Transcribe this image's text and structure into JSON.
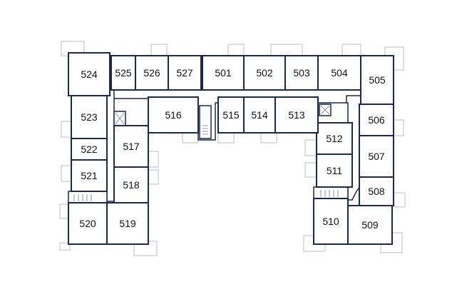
{
  "floor_plan": {
    "colors": {
      "wall": "#1b2a4a",
      "balcony": "#b9bcc4",
      "background": "#ffffff",
      "label": "#111111"
    },
    "units": [
      {
        "id": "524"
      },
      {
        "id": "525"
      },
      {
        "id": "526"
      },
      {
        "id": "527"
      },
      {
        "id": "501"
      },
      {
        "id": "502"
      },
      {
        "id": "503"
      },
      {
        "id": "504"
      },
      {
        "id": "505"
      },
      {
        "id": "506"
      },
      {
        "id": "507"
      },
      {
        "id": "508"
      },
      {
        "id": "509"
      },
      {
        "id": "510"
      },
      {
        "id": "511"
      },
      {
        "id": "512"
      },
      {
        "id": "513"
      },
      {
        "id": "514"
      },
      {
        "id": "515"
      },
      {
        "id": "516"
      },
      {
        "id": "517"
      },
      {
        "id": "518"
      },
      {
        "id": "519"
      },
      {
        "id": "520"
      },
      {
        "id": "521"
      },
      {
        "id": "522"
      },
      {
        "id": "523"
      }
    ]
  }
}
